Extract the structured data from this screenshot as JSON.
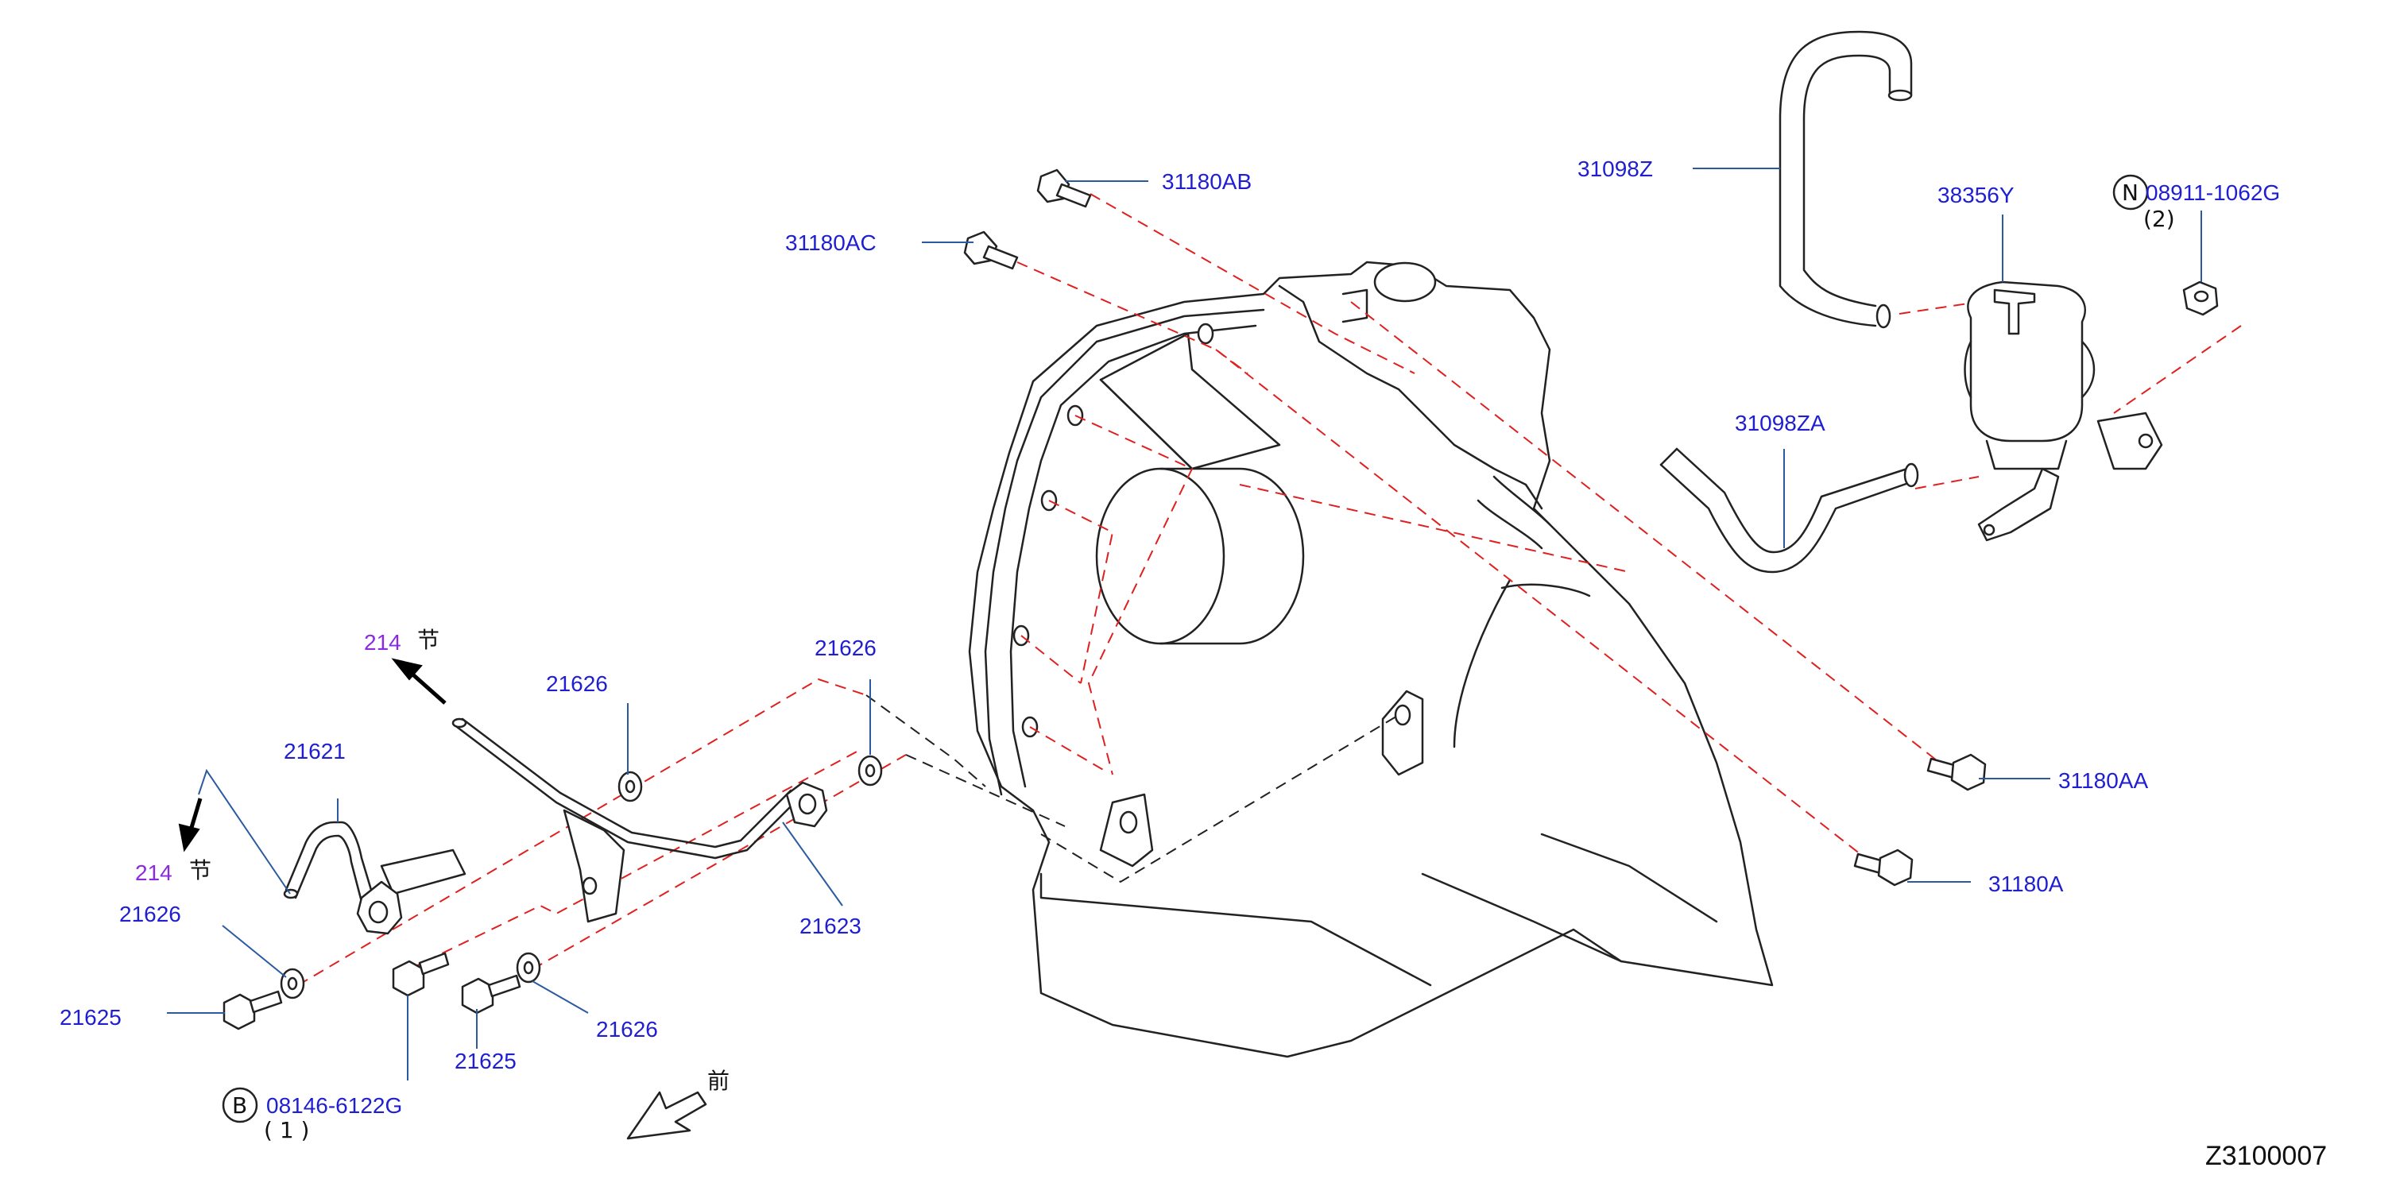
{
  "diagram": {
    "drawing_id": "Z3100007",
    "labels": {
      "p31180AB": "31180AB",
      "p31180AC": "31180AC",
      "p31098Z": "31098Z",
      "p38356Y": "38356Y",
      "p08911": "08911-1062G",
      "p08911_qty": "(2)",
      "p31098ZA": "31098ZA",
      "p31180AA": "31180AA",
      "p31180A": "31180A",
      "ref214_top": "214",
      "ref214_top_char": "节",
      "ref214_left": "214",
      "ref214_left_char": "节",
      "p21626_a": "21626",
      "p21626_b": "21626",
      "p21626_c": "21626",
      "p21626_d": "21626",
      "p21621": "21621",
      "p21623": "21623",
      "p21625_a": "21625",
      "p21625_b": "21625",
      "p08146": "08146-6122G",
      "p08146_qty": "( 1 )",
      "front_char": "前",
      "badge_N": "N",
      "badge_B": "B"
    },
    "colors": {
      "part_number": "#1f1fd1",
      "reference": "#8a2be2",
      "dashed_line": "#e02020",
      "leader_line": "#2a5aa0",
      "drawing_line": "#222222"
    }
  }
}
